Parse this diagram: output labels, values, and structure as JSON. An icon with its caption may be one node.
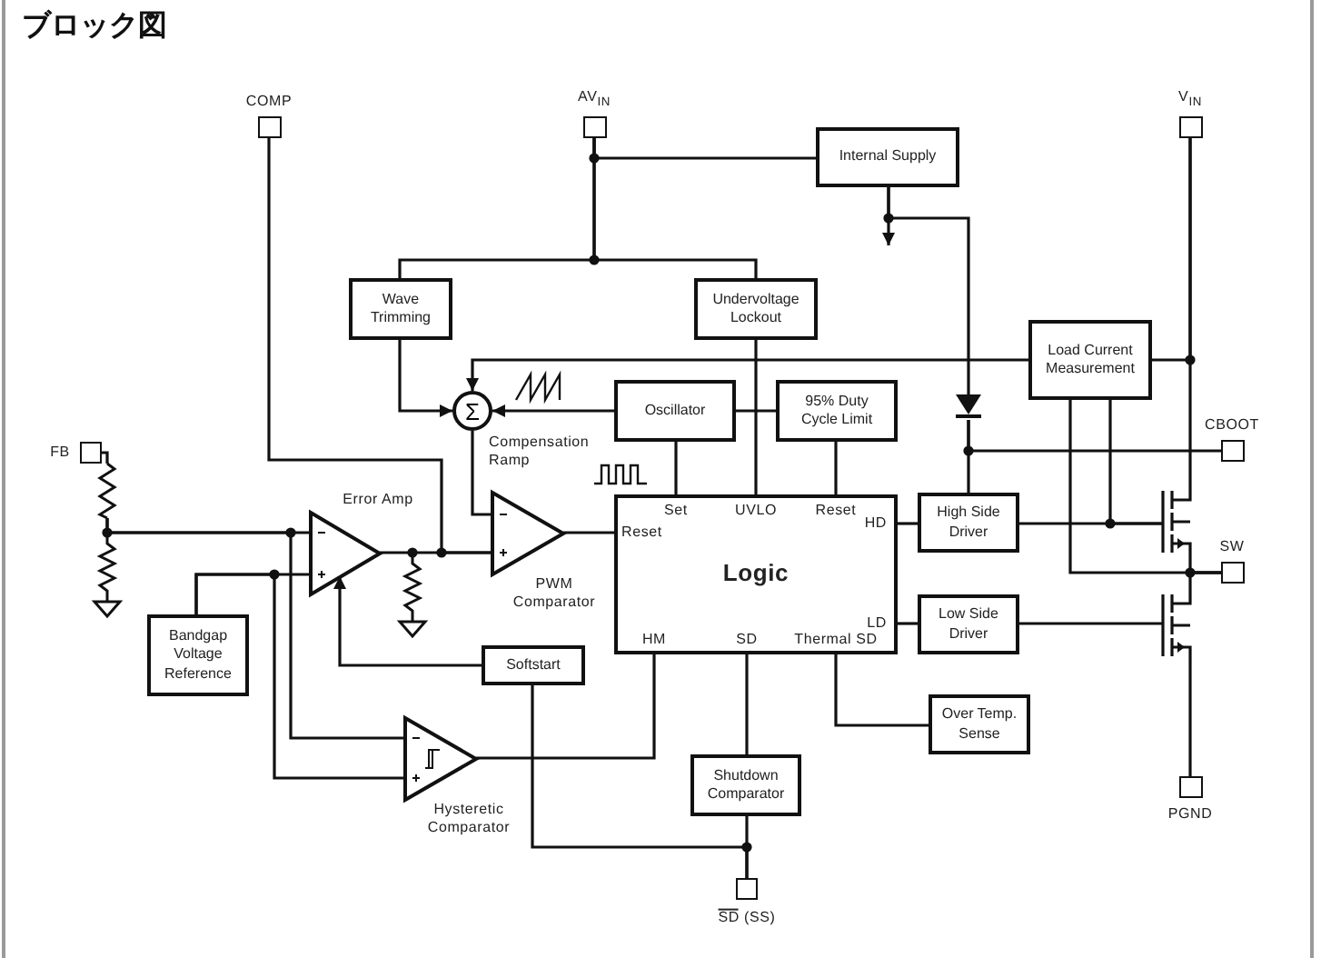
{
  "diagram": {
    "title": "ブロック図",
    "nodes": [
      {
        "text": [
          "COMP"
        ]
      },
      {
        "text": [
          "AV$_{IN}$"
        ]
      },
      {
        "text": [
          "V$_{IN}$"
        ]
      },
      {
        "text": [
          "Internal Supply"
        ]
      },
      {
        "text": [
          "Wave Trimming"
        ]
      },
      {
        "text": [
          "Undervoltage Lockout"
        ]
      },
      {
        "text": [
          "Load Current Measurement"
        ]
      },
      {
        "text": [
          "Σ"
        ],
        "beside": [
          "Compensation Ramp"
        ]
      },
      {
        "text": [
          "Oscillator"
        ]
      },
      {
        "text": [
          "95% Duty Cycle Limit"
        ]
      },
      {
        "text": [
          "CBOOT"
        ]
      },
      {
        "text": [
          "FB"
        ]
      },
      {
        "text": [
          "Logic",
          "Set",
          "UVLO",
          "Reset",
          "Reset",
          "HD",
          "LD",
          "HM",
          "SD",
          "Thermal SD"
        ]
      },
      {
        "text": [],
        "shape": "triangle",
        "beside": [
          "Error Amp"
        ]
      },
      {
        "text": [],
        "shape": "triangle",
        "beside": [
          "PWM Comparator"
        ]
      },
      {
        "text": [
          "High Side Driver"
        ]
      },
      {
        "text": [
          "SW"
        ]
      },
      {
        "text": [
          "Low Side Driver"
        ]
      },
      {
        "text": [
          "Bandgap Voltage Reference"
        ]
      },
      {
        "text": [
          "Softstart"
        ]
      },
      {
        "text": [
          "Over Temp. Sense"
        ]
      },
      {
        "text": [],
        "shape": "triangle",
        "beside": [
          "Hysteretic Comparator"
        ]
      },
      {
        "text": [
          "Shutdown Comparator"
        ]
      },
      {
        "text": [
          "PGND"
        ]
      },
      {
        "text": [
          "SD (SS)"
        ]
      },
      {
        "text": [],
        "shape": "diode"
      },
      {
        "text": [],
        "shape": "transistor"
      },
      {
        "text": [],
        "shape": "transistor"
      },
      {
        "text": [],
        "shape": "resistor"
      }
    ],
    "edges": [
      {
        "from": 0,
        "to": 14,
        "arrow": "none"
      },
      {
        "from": 1,
        "to": 3,
        "arrow": "none"
      },
      {
        "from": 1,
        "to": 4,
        "arrow": "none"
      },
      {
        "from": 1,
        "to": 5,
        "arrow": "none"
      },
      {
        "from": 4,
        "to": 7,
        "arrow": "to"
      },
      {
        "from": 8,
        "to": 7,
        "arrow": "to"
      },
      {
        "from": 6,
        "to": 7,
        "arrow": "to"
      },
      {
        "from": 2,
        "to": 6,
        "arrow": "none"
      },
      {
        "from": 7,
        "to": 14,
        "arrow": "none"
      },
      {
        "from": 3,
        "to": null,
        "arrow": "to"
      },
      {
        "from": 3,
        "to": 25,
        "arrow": "none"
      },
      {
        "from": 25,
        "to": 10,
        "arrow": "none"
      },
      {
        "from": 25,
        "to": 15,
        "arrow": "none"
      },
      {
        "from": 8,
        "to": 9,
        "arrow": "none"
      },
      {
        "from": 8,
        "to": 12,
        "arrow": "none"
      },
      {
        "from": 5,
        "to": 12,
        "arrow": "none"
      },
      {
        "from": 9,
        "to": 12,
        "arrow": "none"
      },
      {
        "from": 14,
        "to": 12,
        "arrow": "none"
      },
      {
        "from": 11,
        "to": 28,
        "arrow": "none"
      },
      {
        "from": 28,
        "to": 13,
        "arrow": "none"
      },
      {
        "from": 28,
        "to": 21,
        "arrow": "none"
      },
      {
        "from": 18,
        "to": 13,
        "arrow": "none"
      },
      {
        "from": 18,
        "to": 21,
        "arrow": "none"
      },
      {
        "from": 13,
        "to": 14,
        "arrow": "none"
      },
      {
        "from": 19,
        "to": 13,
        "arrow": "to"
      },
      {
        "from": 19,
        "to": 24,
        "arrow": "none"
      },
      {
        "from": 22,
        "to": 24,
        "arrow": "none"
      },
      {
        "from": 12,
        "to": 22,
        "arrow": "none"
      },
      {
        "from": 21,
        "to": 12,
        "arrow": "none"
      },
      {
        "from": 12,
        "to": 20,
        "arrow": "none"
      },
      {
        "from": 12,
        "to": 15,
        "arrow": "none"
      },
      {
        "from": 12,
        "to": 17,
        "arrow": "none"
      },
      {
        "from": 15,
        "to": 26,
        "arrow": "none"
      },
      {
        "from": 2,
        "to": 26,
        "arrow": "none"
      },
      {
        "from": 26,
        "to": 16,
        "arrow": "none"
      },
      {
        "from": 27,
        "to": 16,
        "arrow": "none"
      },
      {
        "from": 17,
        "to": 27,
        "arrow": "none"
      },
      {
        "from": 27,
        "to": 23,
        "arrow": "none"
      },
      {
        "from": 6,
        "to": 26,
        "arrow": "none"
      },
      {
        "from": 6,
        "to": 16,
        "arrow": "none"
      }
    ]
  }
}
